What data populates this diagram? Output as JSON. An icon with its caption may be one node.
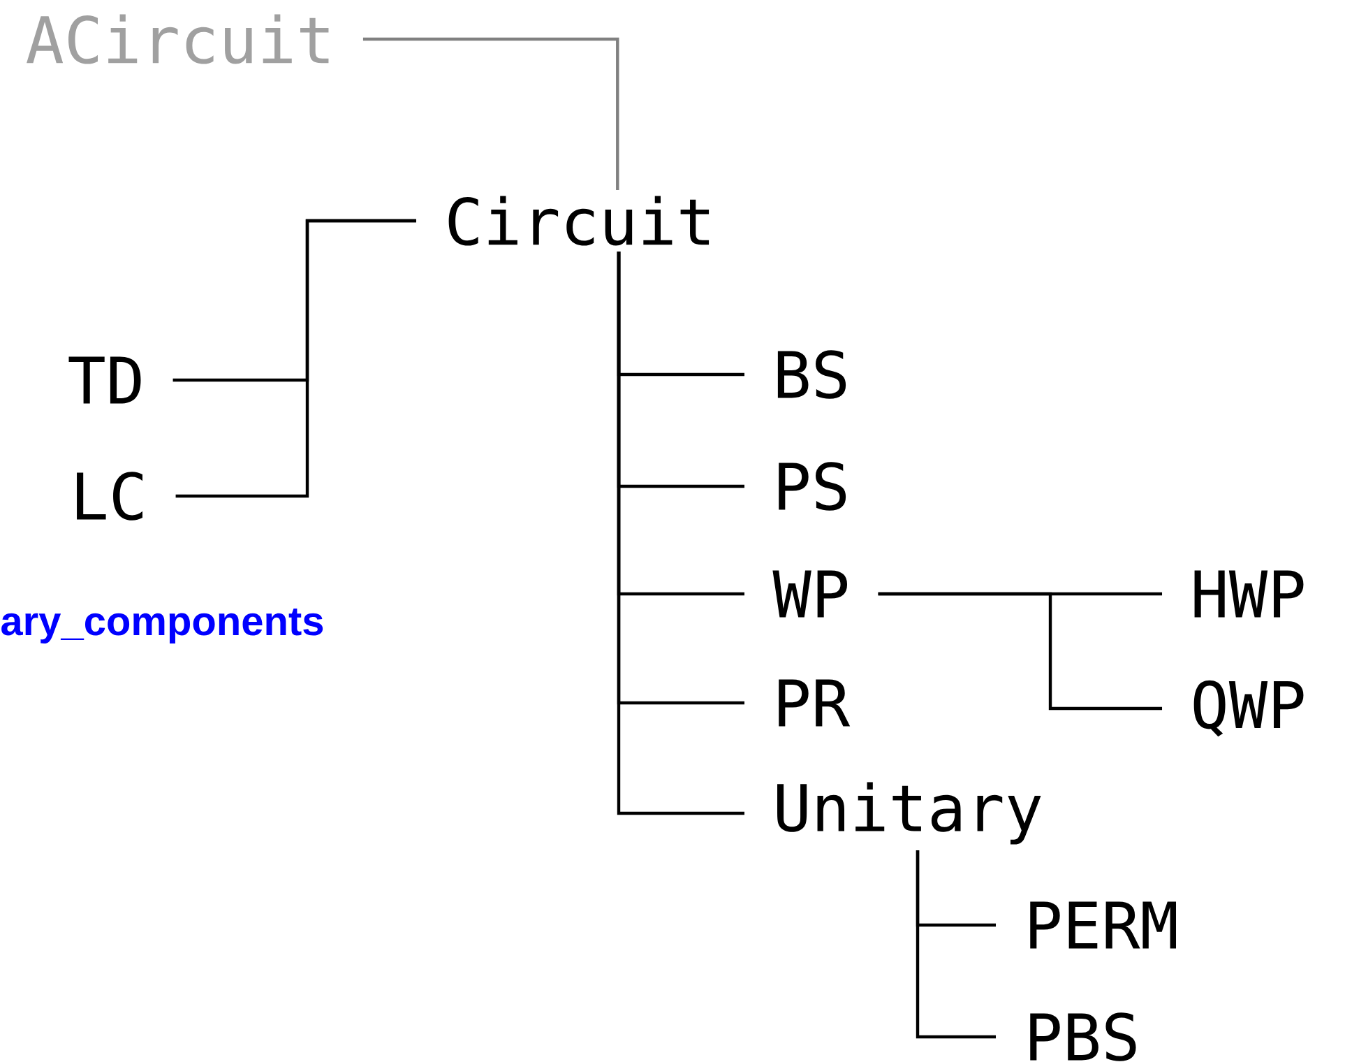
{
  "diagram": {
    "nodes": [
      {
        "text": [
          "ACircuit"
        ]
      },
      {
        "text": [
          "Circuit"
        ]
      },
      {
        "text": [
          "TD"
        ]
      },
      {
        "text": [
          "LC"
        ]
      },
      {
        "text": [
          "BS"
        ]
      },
      {
        "text": [
          "PS"
        ]
      },
      {
        "text": [
          "WP"
        ]
      },
      {
        "text": [
          "PR"
        ]
      },
      {
        "text": [
          "Unitary"
        ]
      },
      {
        "text": [
          "HWP"
        ]
      },
      {
        "text": [
          "QWP"
        ]
      },
      {
        "text": [
          "PERM"
        ]
      },
      {
        "text": [
          "PBS"
        ]
      }
    ],
    "edges": [
      {
        "from": 0,
        "to": 1,
        "arrow": "none",
        "color": "#808080"
      },
      {
        "from": 1,
        "to": 2,
        "arrow": "none"
      },
      {
        "from": 1,
        "to": 3,
        "arrow": "none"
      },
      {
        "from": 1,
        "to": 4,
        "arrow": "none"
      },
      {
        "from": 1,
        "to": 5,
        "arrow": "none"
      },
      {
        "from": 1,
        "to": 6,
        "arrow": "none"
      },
      {
        "from": 1,
        "to": 7,
        "arrow": "none"
      },
      {
        "from": 1,
        "to": 8,
        "arrow": "none"
      },
      {
        "from": 6,
        "to": 9,
        "arrow": "none"
      },
      {
        "from": 6,
        "to": 10,
        "arrow": "none"
      },
      {
        "from": 8,
        "to": 11,
        "arrow": "none"
      },
      {
        "from": 8,
        "to": 12,
        "arrow": "none"
      }
    ],
    "labels": [
      "ary_components"
    ]
  }
}
